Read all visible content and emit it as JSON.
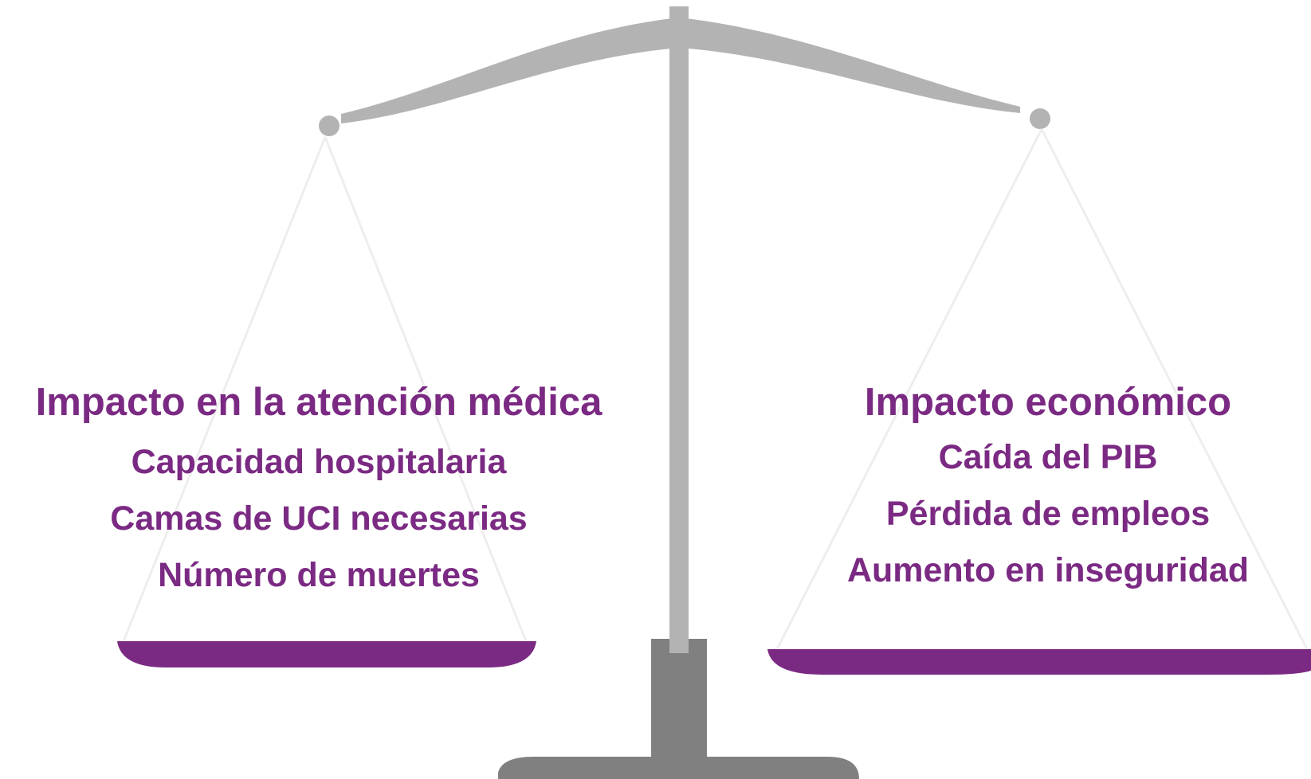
{
  "colors": {
    "accent": "#7b2a83",
    "beam": "#b3b3b3",
    "base": "#808080",
    "strings": "#eeeeee"
  },
  "left_pan": {
    "title": "Impacto en la atención médica",
    "items": [
      "Capacidad hospitalaria",
      "Camas de UCI necesarias",
      "Número de muertes"
    ]
  },
  "right_pan": {
    "title": "Impacto económico",
    "items": [
      "Caída del PIB",
      "Pérdida de empleos",
      "Aumento en inseguridad"
    ]
  }
}
